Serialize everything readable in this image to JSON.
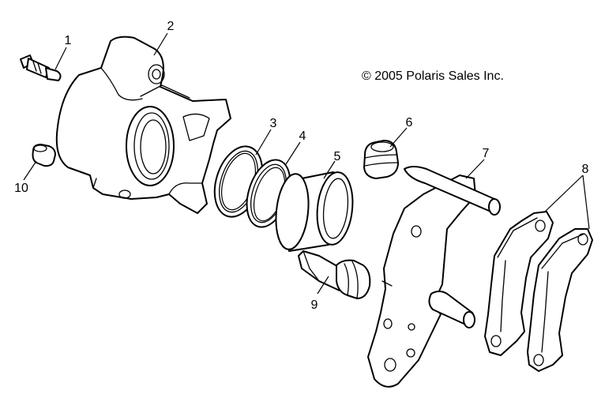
{
  "copyright": "© 2005 Polaris Sales Inc.",
  "callouts": [
    {
      "id": "1",
      "label": "1"
    },
    {
      "id": "2",
      "label": "2"
    },
    {
      "id": "3",
      "label": "3"
    },
    {
      "id": "4",
      "label": "4"
    },
    {
      "id": "5",
      "label": "5"
    },
    {
      "id": "6",
      "label": "6"
    },
    {
      "id": "7",
      "label": "7"
    },
    {
      "id": "8",
      "label": "8"
    },
    {
      "id": "9",
      "label": "9"
    },
    {
      "id": "10",
      "label": "10"
    }
  ]
}
